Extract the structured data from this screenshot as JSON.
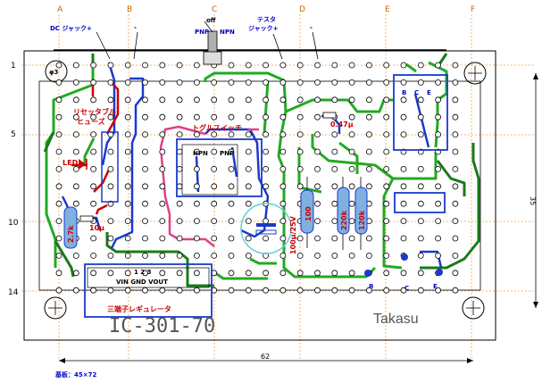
{
  "columns": [
    "A",
    "B",
    "C",
    "D",
    "E",
    "F"
  ],
  "rows": [
    "1",
    "5",
    "10",
    "14"
  ],
  "labels": {
    "dc_jack": "DC ジャック+",
    "minus1": "-",
    "off": "off",
    "pnp": "PNP",
    "npn": "NPN",
    "tester_jack_l1": "テスタ",
    "tester_jack_l2": "ジャック+",
    "minus2": "-",
    "phi3": "φ3",
    "fuse_l1": "リセッタブル",
    "fuse_l2": "ヒューズ",
    "toggle": "トグルスイッチ",
    "npn2": "NPN",
    "pnp2": "PNP",
    "cap047": "0.47μ",
    "led": "LED",
    "r27k": "2.7k",
    "c10u": "10μ",
    "c100u": "100μ/25V",
    "r100": "100",
    "r220k": "220k",
    "r120k": "120k",
    "tr_b": "B",
    "tr_c": "C",
    "tr_e": "E",
    "reg_pins": "1 2 3",
    "reg_names": "VIN GND VOUT",
    "regulator": "三端子レギュレータ",
    "pin_b": "B",
    "pin_c": "C",
    "pin_e": "E",
    "part_no": "IC-301-70",
    "author": "Takasu",
    "board_size": "基板：45×72",
    "dim_width": "62",
    "dim_height": "35"
  },
  "colors": {
    "board_outline": "#000000",
    "grid_line": "#f5a050",
    "green_wire": "#22aa22",
    "dark_green_wire": "#1a7a1a",
    "blue_wire": "#1a3acc",
    "red_wire": "#cc0000",
    "pink_wire": "#e0408a",
    "resistor": "#7fb0e0",
    "cap_circle": "#66ccdd"
  }
}
